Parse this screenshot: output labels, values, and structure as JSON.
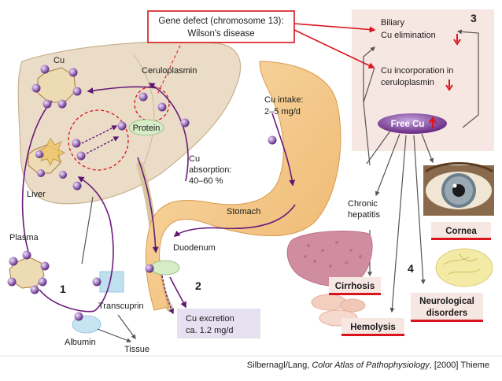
{
  "gene_defect": {
    "line1": "Gene defect (chromosome 13):",
    "line2": "Wilson's disease"
  },
  "section_numbers": {
    "s1": "1",
    "s2": "2",
    "s3": "3",
    "s4": "4"
  },
  "liver": {
    "label": "Liver",
    "cu_label": "Cu",
    "ceruloplasmin_label": "Ceruloplasmin",
    "protein_label": "Protein"
  },
  "plasma_label": "Plasma",
  "transcuprin_label": "Transcuprin",
  "albumin_label": "Albumin",
  "tissue_label": "Tissue",
  "cu_intake": {
    "line1": "Cu intake:",
    "line2": "2–5 mg/d"
  },
  "cu_absorption": {
    "line1": "Cu",
    "line2": "absorption:",
    "line3": "40–60 %"
  },
  "stomach_label": "Stomach",
  "duodenum_label": "Duodenum",
  "cu_excretion": {
    "line1": "Cu excretion",
    "line2": "ca. 1.2 mg/d"
  },
  "panel3": {
    "biliary_line1": "Biliary",
    "biliary_line2": "Cu elimination",
    "incorp_line1": "Cu incorporation in",
    "incorp_line2": "ceruloplasmin",
    "free_cu": "Free Cu"
  },
  "outcomes": {
    "chronic_line1": "Chronic",
    "chronic_line2": "hepatitis",
    "cirrhosis": "Cirrhosis",
    "hemolysis": "Hemolysis",
    "neuro_line1": "Neurological",
    "neuro_line2": "disorders",
    "cornea": "Cornea"
  },
  "citation": {
    "authors": "Silbernagl/Lang, ",
    "book": "Color Atlas of Pathophysiology",
    "rest": ", [2000] Thieme"
  },
  "colors": {
    "liver": "#eadcc6",
    "stomach": "#f4c98a",
    "purple": "#6a1b7a",
    "red": "#d9141c",
    "panel3": "#f7e7e2",
    "free_cu": "#7a2a90",
    "excretion_box": "#e6e1f1"
  }
}
